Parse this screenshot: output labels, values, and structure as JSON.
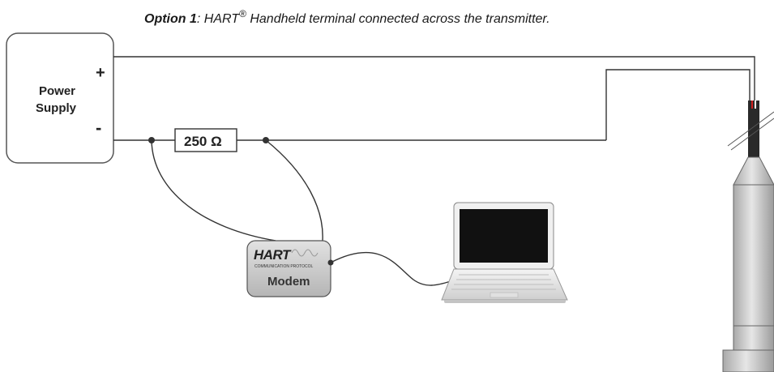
{
  "title": {
    "emphasis": "Option 1",
    "text": ": HART",
    "registered": "®",
    "rest": " Handheld terminal connected across the transmitter."
  },
  "power_supply": {
    "label_line1": "Power",
    "label_line2": "Supply",
    "plus": "+",
    "minus": "-"
  },
  "resistor": {
    "label": "250 Ω"
  },
  "modem": {
    "logo": "HART",
    "logo_sub": "COMMUNICATION PROTOCOL",
    "label": "Modem"
  },
  "colors": {
    "wire": "#333333",
    "modem_fill": "#c8c8c8",
    "transmitter_fill": "#d4d4d4",
    "laptop_screen": "#111111",
    "red_wire": "#d02020"
  }
}
